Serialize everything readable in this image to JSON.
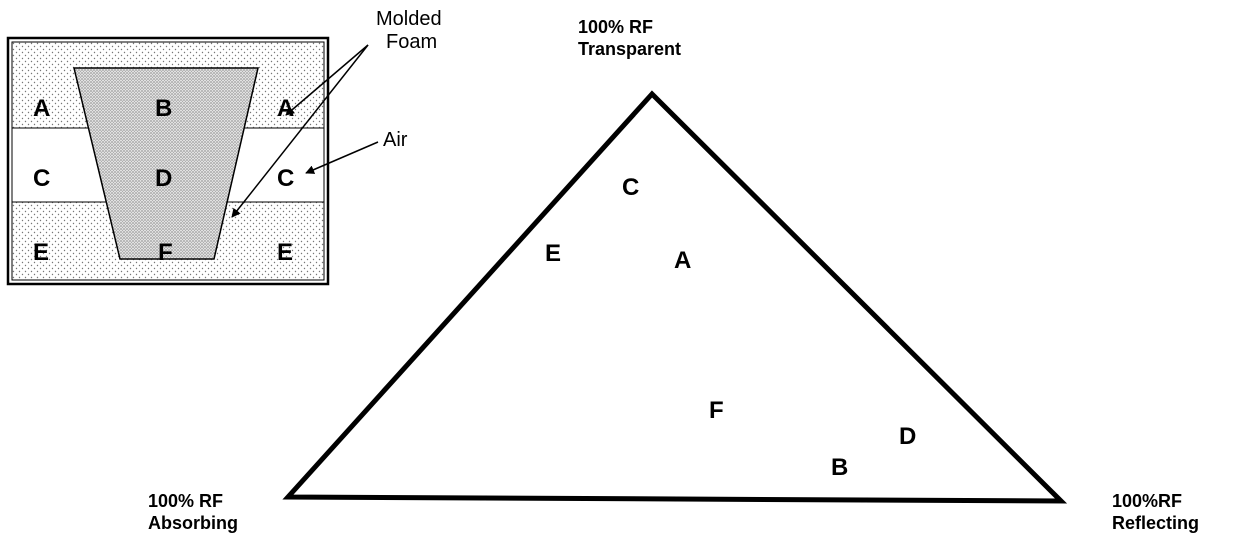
{
  "cross_section": {
    "regions": {
      "a_left": "A",
      "b": "B",
      "a_right": "A",
      "c_left": "C",
      "d": "D",
      "c_right": "C",
      "e_left": "E",
      "f": "F",
      "e_right": "E"
    },
    "molded_foam_label": [
      "Molded",
      "Foam"
    ],
    "air_label": "Air"
  },
  "triangle": {
    "top_vertex": [
      "100% RF",
      "Transparent"
    ],
    "left_vertex": [
      "100% RF",
      "Absorbing"
    ],
    "right_vertex": [
      "100%RF",
      "Reflecting"
    ],
    "markers": {
      "c": "C",
      "e": "E",
      "a": "A",
      "f": "F",
      "d": "D",
      "b": "B"
    }
  }
}
